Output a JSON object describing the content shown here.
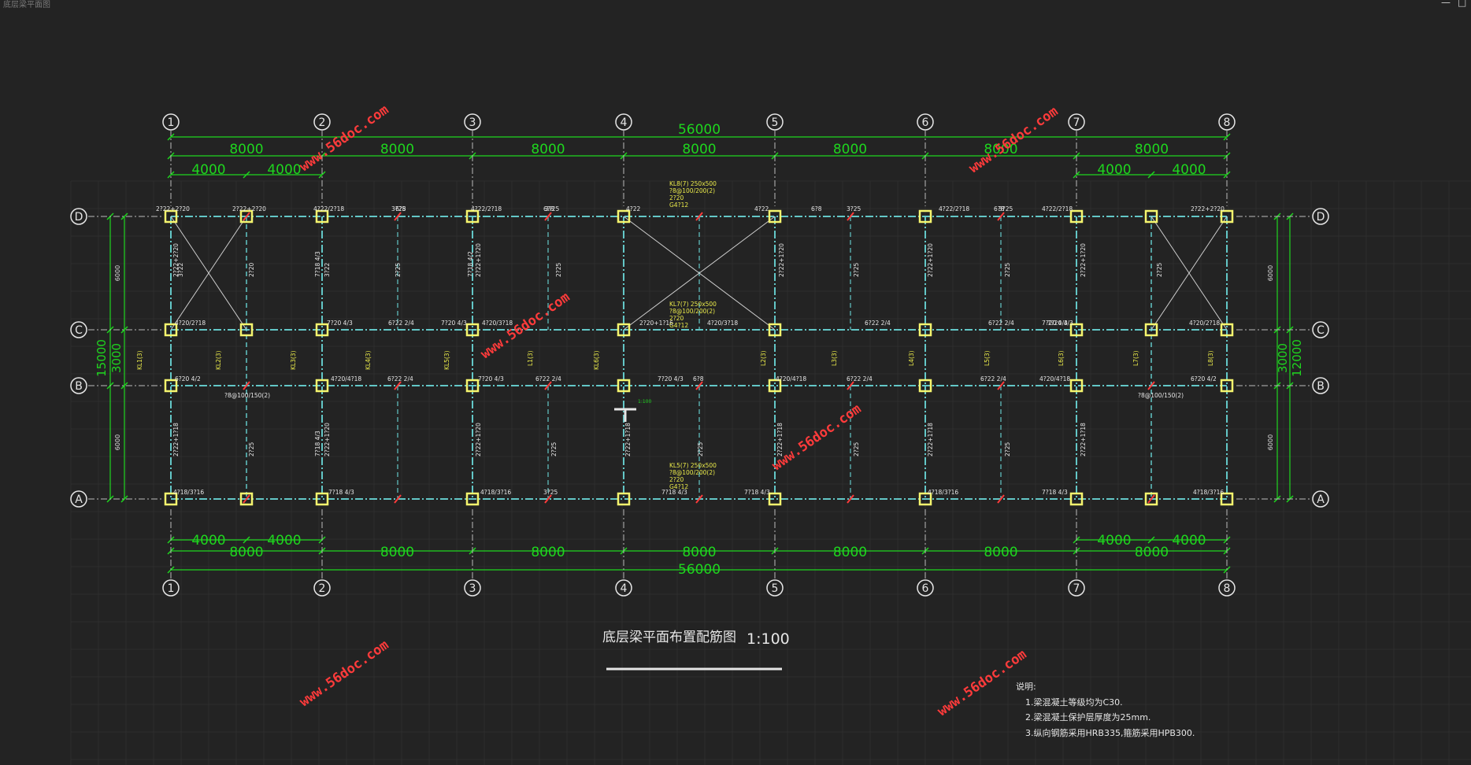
{
  "window": {
    "title": "底层梁平面图",
    "controls": [
      "minimize-icon",
      "maximize-icon"
    ]
  },
  "colors": {
    "background": "#232323",
    "grid": "#2e2e2e",
    "dim": "#1ed61e",
    "axis": "#e6e6e6",
    "beam": "#63c7c7",
    "column": "#f5f56e",
    "rebar_red": "#ff3b3b",
    "label_yellow": "#eaea4a",
    "watermark": "#ff3b3b"
  },
  "axes": {
    "columns": [
      "1",
      "2",
      "3",
      "4",
      "5",
      "6",
      "7",
      "8"
    ],
    "rows": [
      "D",
      "C",
      "B",
      "A"
    ]
  },
  "dimensions": {
    "total_length": "56000",
    "bays": [
      "8000",
      "8000",
      "8000",
      "8000",
      "8000",
      "8000",
      "8000"
    ],
    "half_bays": [
      "4000",
      "4000"
    ],
    "left_total": "15000",
    "left_mid": "3000",
    "right_total": "12000",
    "right_mid": "3000",
    "side_bay": "6000"
  },
  "labels": {
    "top_row": [
      "2?22+2?20",
      "2?22+2?20",
      "4?22/2?18",
      "6?8",
      "3?25",
      "4?22/2?18",
      "6?8",
      "3?25",
      "4?22",
      "4?22",
      "6?8",
      "3?25",
      "4?22/2?18",
      "6?8",
      "3?25",
      "4?22/2?18",
      "2?22+2?20"
    ],
    "c_row": [
      "4?20/2?18",
      "7?20 4/3",
      "6?22 2/4",
      "7?20 4/3",
      "4?20/3?18",
      "2?20+1?16",
      "4?20/3?18",
      "6?22 2/4",
      "7?20 4/3",
      "6?22 2/4",
      "7?20 4/3",
      "4?20/2?18"
    ],
    "b_row": [
      "6?20 4/2",
      "4?20/4?18",
      "6?22 2/4",
      "7?20 4/3",
      "6?22 2/4",
      "7?20 4/3",
      "6?8",
      "4?20/4?18",
      "6?22 2/4",
      "4?20/4?18",
      "6?22 2/4",
      "6?20 4/2"
    ],
    "a_row": [
      "4?18/3?16",
      "7?18 4/3",
      "4?18/3?16",
      "3?25",
      "7?18 4/3",
      "7?18 4/3",
      "4?18/3?16",
      "7?18 4/3",
      "4?18/3?16"
    ],
    "b_extra": "?8@100/150(2)",
    "section_mark": "1:100"
  },
  "beam_notes": {
    "kl8": [
      "KL8(7) 250x500",
      "?8@100/200(2)",
      "2?20",
      "G4?12"
    ],
    "kl7": [
      "KL7(7) 250x500",
      "?8@100/200(2)",
      "2?20",
      "G4?12"
    ],
    "kl5": [
      "KL5(7) 250x500",
      "?8@100/200(2)",
      "2?20",
      "G4?12"
    ]
  },
  "drawing_title": "底层梁平面布置配筋图",
  "drawing_scale": "1:100",
  "notes": {
    "heading": "说明:",
    "items": [
      "1.梁混凝土等级均为C30.",
      "2.梁混凝土保护层厚度为25mm.",
      "3.纵向钢筋采用HRB335,箍筋采用HPB300."
    ]
  },
  "watermark": "www.56doc.com"
}
